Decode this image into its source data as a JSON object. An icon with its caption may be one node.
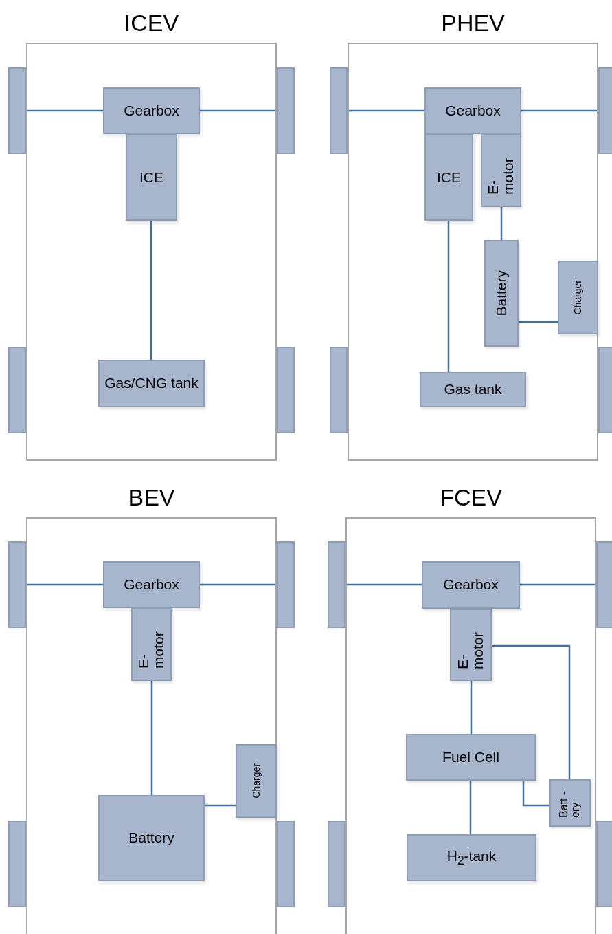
{
  "diagram": {
    "nodes": [
      {
        "text": [
          "ICEV"
        ]
      },
      {
        "text": [
          "Gearbox"
        ],
        "in": 0
      },
      {
        "text": [
          "ICE"
        ],
        "in": 0
      },
      {
        "text": [
          "Gas/CNG tank"
        ],
        "in": 0
      },
      {
        "text": [],
        "shape": "box"
      },
      {
        "text": [],
        "shape": "box"
      },
      {
        "text": [],
        "shape": "box"
      },
      {
        "text": [],
        "shape": "box"
      },
      {
        "text": [
          "PHEV"
        ]
      },
      {
        "text": [
          "Gearbox"
        ],
        "in": 8
      },
      {
        "text": [
          "ICE"
        ],
        "in": 8
      },
      {
        "text": [
          "E- motor"
        ],
        "in": 8
      },
      {
        "text": [
          "Battery"
        ],
        "in": 8
      },
      {
        "text": [
          "Charger"
        ],
        "in": 8
      },
      {
        "text": [
          "Gas tank"
        ],
        "in": 8
      },
      {
        "text": [],
        "shape": "box"
      },
      {
        "text": [],
        "shape": "box"
      },
      {
        "text": [],
        "shape": "box"
      },
      {
        "text": [],
        "shape": "box"
      },
      {
        "text": [
          "BEV"
        ]
      },
      {
        "text": [
          "Gearbox"
        ],
        "in": 19
      },
      {
        "text": [
          "E- motor"
        ],
        "in": 19
      },
      {
        "text": [
          "Battery"
        ],
        "in": 19
      },
      {
        "text": [
          "Charger"
        ],
        "in": 19
      },
      {
        "text": [],
        "shape": "box"
      },
      {
        "text": [],
        "shape": "box"
      },
      {
        "text": [],
        "shape": "box"
      },
      {
        "text": [],
        "shape": "box"
      },
      {
        "text": [
          "FCEV"
        ]
      },
      {
        "text": [
          "Gearbox"
        ],
        "in": 28
      },
      {
        "text": [
          "E- motor"
        ],
        "in": 28
      },
      {
        "text": [
          "Fuel Cell"
        ],
        "in": 28
      },
      {
        "text": [
          "H$_{2}$-tank"
        ],
        "in": 28
      },
      {
        "text": [
          "Batt -ery"
        ],
        "in": 28
      },
      {
        "text": [],
        "shape": "box"
      },
      {
        "text": [],
        "shape": "box"
      },
      {
        "text": [],
        "shape": "box"
      },
      {
        "text": [],
        "shape": "box"
      }
    ],
    "edges": [
      {
        "from": 1,
        "to": 4,
        "arrow": "none"
      },
      {
        "from": 1,
        "to": 5,
        "arrow": "none"
      },
      {
        "from": 2,
        "to": 3,
        "arrow": "none"
      },
      {
        "from": 9,
        "to": 15,
        "arrow": "none"
      },
      {
        "from": 9,
        "to": 16,
        "arrow": "none"
      },
      {
        "from": 10,
        "to": 14,
        "arrow": "none"
      },
      {
        "from": 11,
        "to": 12,
        "arrow": "none"
      },
      {
        "from": 12,
        "to": 13,
        "arrow": "none"
      },
      {
        "from": 20,
        "to": 24,
        "arrow": "none"
      },
      {
        "from": 20,
        "to": 25,
        "arrow": "none"
      },
      {
        "from": 21,
        "to": 22,
        "arrow": "none"
      },
      {
        "from": 22,
        "to": 23,
        "arrow": "none"
      },
      {
        "from": 29,
        "to": 34,
        "arrow": "none"
      },
      {
        "from": 29,
        "to": 35,
        "arrow": "none"
      },
      {
        "from": 30,
        "to": 31,
        "arrow": "none"
      },
      {
        "from": 31,
        "to": 32,
        "arrow": "none"
      },
      {
        "from": 30,
        "to": 33,
        "arrow": "none"
      },
      {
        "from": 31,
        "to": 33,
        "arrow": "none"
      }
    ]
  }
}
